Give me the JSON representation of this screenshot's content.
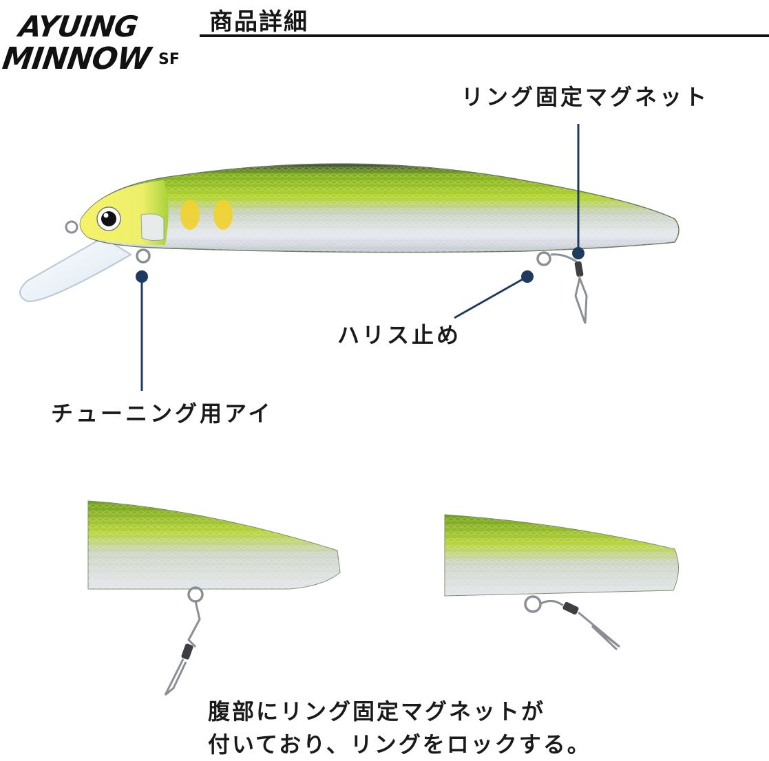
{
  "logo": {
    "line1": "AYUING",
    "line2": "MINNOW",
    "suffix": "SF"
  },
  "header": {
    "title": "商品詳細"
  },
  "callouts": {
    "ring_magnet": "リング固定マグネット",
    "snap": "ハリス止め",
    "tuning_eye": "チューニング用アイ"
  },
  "caption": {
    "line1": "腹部にリング固定マグネットが",
    "line2": "付いており、リングをロックする。"
  },
  "colors": {
    "callout_line": "#1f3a5f",
    "accent_green": "#8fc21a",
    "head_yellow": "#f3f06a",
    "body_silver": "#dfe3e8"
  }
}
